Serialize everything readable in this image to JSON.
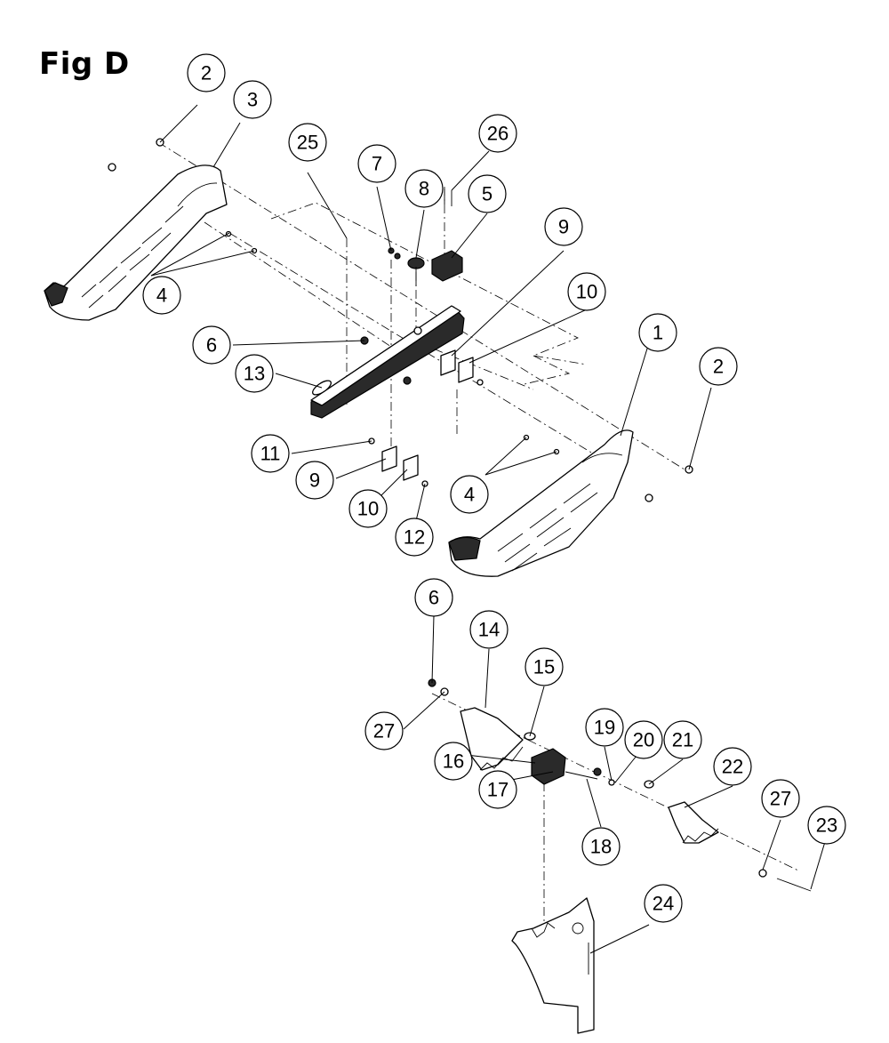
{
  "figure": {
    "title": "Fig D"
  },
  "callouts": [
    {
      "id": "c2a",
      "label": "2"
    },
    {
      "id": "c3",
      "label": "3"
    },
    {
      "id": "c25",
      "label": "25"
    },
    {
      "id": "c7",
      "label": "7"
    },
    {
      "id": "c8",
      "label": "8"
    },
    {
      "id": "c26",
      "label": "26"
    },
    {
      "id": "c5",
      "label": "5"
    },
    {
      "id": "c9a",
      "label": "9"
    },
    {
      "id": "c10a",
      "label": "10"
    },
    {
      "id": "c4a",
      "label": "4"
    },
    {
      "id": "c6a",
      "label": "6"
    },
    {
      "id": "c13",
      "label": "13"
    },
    {
      "id": "c1",
      "label": "1"
    },
    {
      "id": "c2b",
      "label": "2"
    },
    {
      "id": "c11",
      "label": "11"
    },
    {
      "id": "c9b",
      "label": "9"
    },
    {
      "id": "c10b",
      "label": "10"
    },
    {
      "id": "c12",
      "label": "12"
    },
    {
      "id": "c4b",
      "label": "4"
    },
    {
      "id": "c6b",
      "label": "6"
    },
    {
      "id": "c14",
      "label": "14"
    },
    {
      "id": "c15",
      "label": "15"
    },
    {
      "id": "c19",
      "label": "19"
    },
    {
      "id": "c20",
      "label": "20"
    },
    {
      "id": "c21",
      "label": "21"
    },
    {
      "id": "c27a",
      "label": "27"
    },
    {
      "id": "c16",
      "label": "16"
    },
    {
      "id": "c17",
      "label": "17"
    },
    {
      "id": "c22",
      "label": "22"
    },
    {
      "id": "c27b",
      "label": "27"
    },
    {
      "id": "c23",
      "label": "23"
    },
    {
      "id": "c18",
      "label": "18"
    },
    {
      "id": "c24",
      "label": "24"
    }
  ]
}
